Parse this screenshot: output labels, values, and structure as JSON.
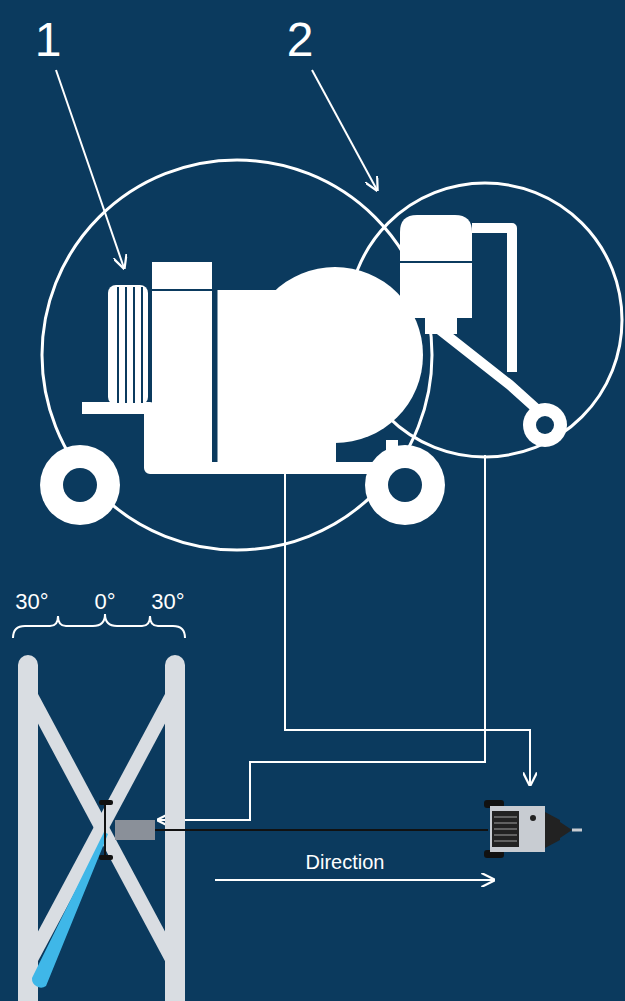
{
  "diagram": {
    "labels": [
      "1",
      "2",
      "30°",
      "0°",
      "30°",
      "Direction"
    ]
  }
}
